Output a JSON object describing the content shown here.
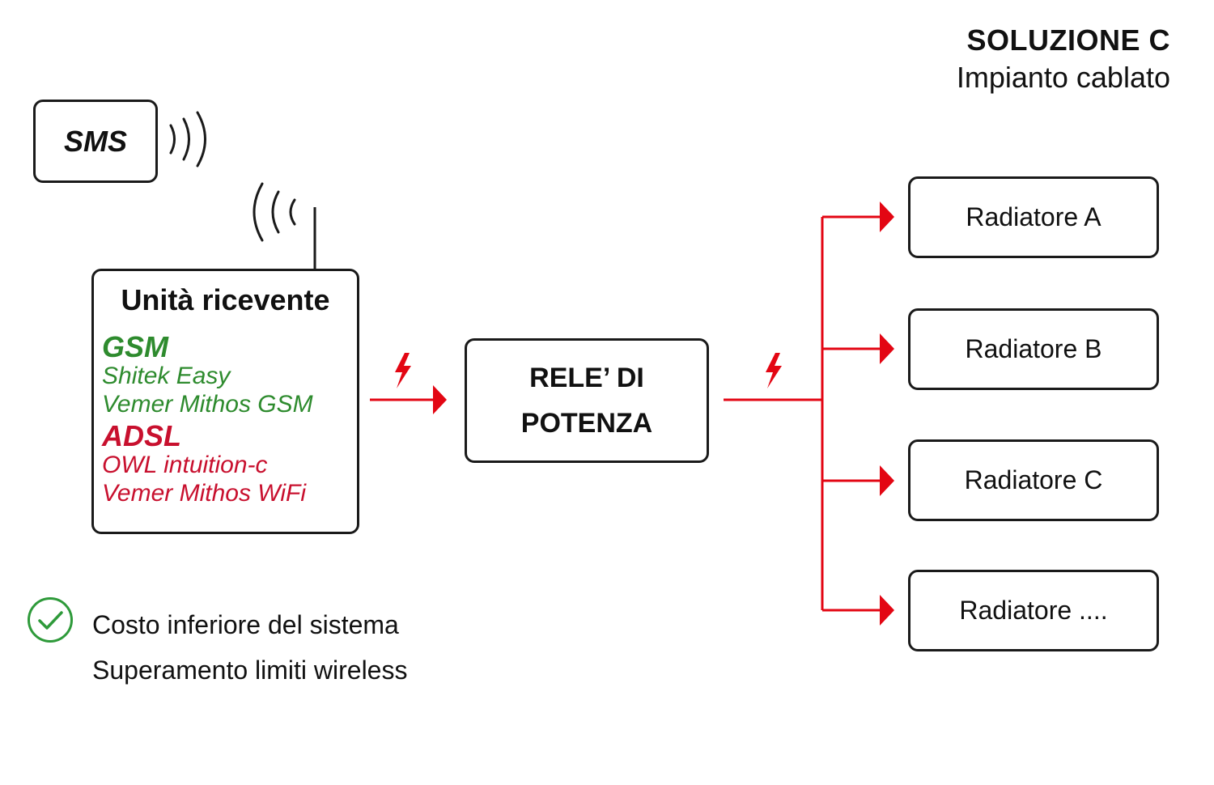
{
  "header": {
    "title": "SOLUZIONE C",
    "subtitle": "Impianto cablato"
  },
  "sms": {
    "label": "SMS"
  },
  "receiver": {
    "title": "Unità ricevente",
    "groups": [
      {
        "name": "GSM",
        "color": "#2e8b2e",
        "items": [
          "Shitek Easy",
          "Vemer Mithos GSM"
        ]
      },
      {
        "name": "ADSL",
        "color": "#c8102e",
        "items": [
          "OWL intuition-c",
          "Vemer Mithos WiFi"
        ]
      }
    ]
  },
  "relay": {
    "line1": "RELE’ DI",
    "line2": "POTENZA"
  },
  "radiators": [
    {
      "label": "Radiatore A"
    },
    {
      "label": "Radiatore B"
    },
    {
      "label": "Radiatore C"
    },
    {
      "label": "Radiatore ...."
    }
  ],
  "benefits": [
    "Costo inferiore del sistema",
    "Superamento limiti wireless"
  ],
  "colors": {
    "accent_red": "#e30613",
    "check_green": "#2e9a3a",
    "outline": "#1a1a1a"
  },
  "icons": {
    "signal_out": "wireless-waves-icon",
    "signal_in": "antenna-waves-icon",
    "power": "lightning-bolt-icon",
    "check": "check-circle-icon"
  }
}
